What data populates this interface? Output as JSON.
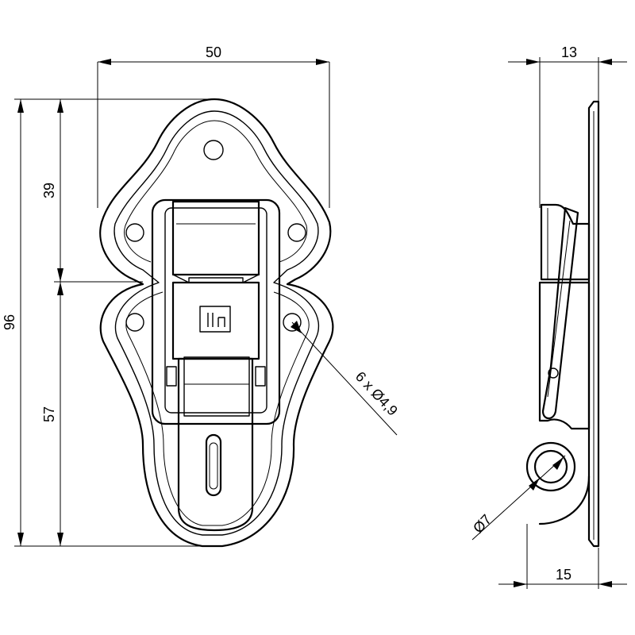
{
  "dimensions": {
    "width_top": "50",
    "height_total": "96",
    "height_upper": "39",
    "height_lower": "57",
    "holes": "6 x Ø4,9",
    "side_thickness": "13",
    "side_base": "15",
    "pin_diameter": "Ø7"
  }
}
